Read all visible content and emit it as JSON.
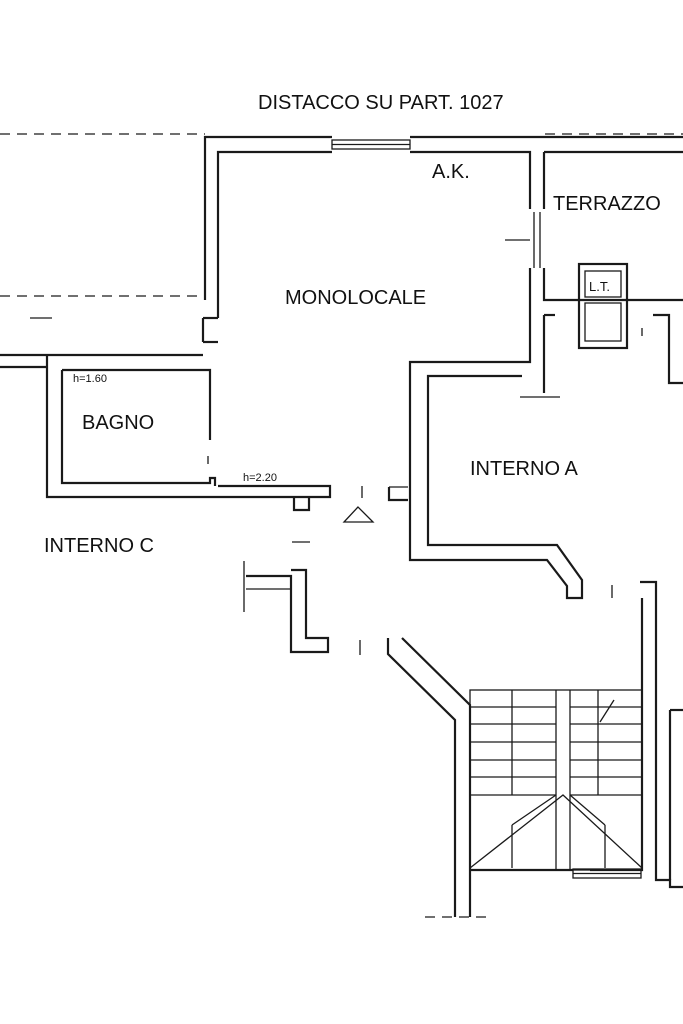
{
  "title": "DISTACCO SU PART. 1027",
  "labels": {
    "ak": "A.K.",
    "terrazzo": "TERRAZZO",
    "lt": "L.T.",
    "monolocale": "MONOLOCALE",
    "bagno": "BAGNO",
    "bagno_height": "h=1.60",
    "corridor_height": "h=2.20",
    "interno_a": "INTERNO A",
    "interno_c": "INTERNO C"
  }
}
